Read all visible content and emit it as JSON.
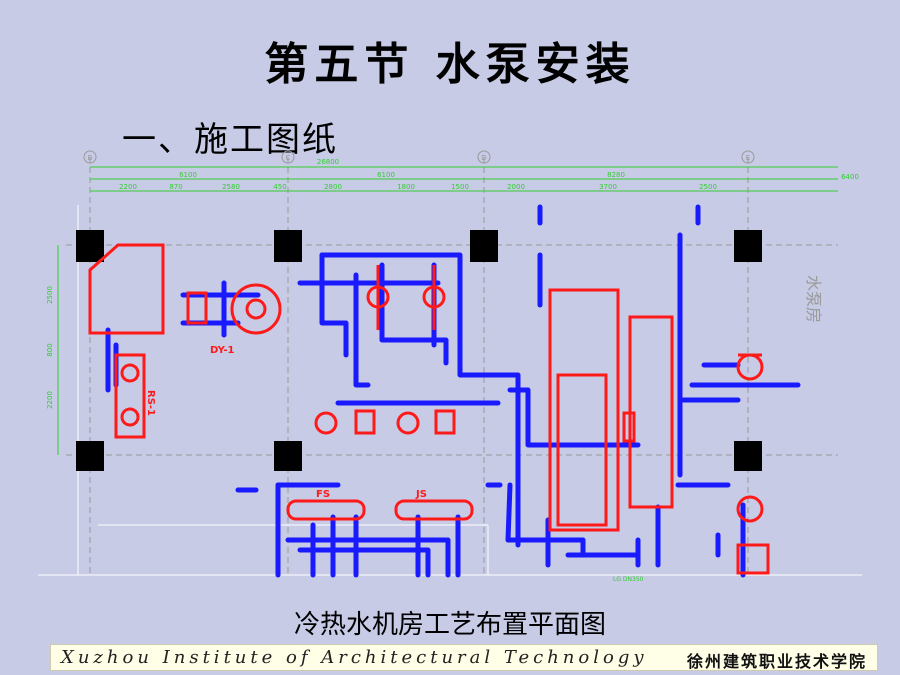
{
  "slide": {
    "title": "第五节  水泵安装",
    "subtitle": "一、施工图纸",
    "caption": "冷热水机房工艺布置平面图"
  },
  "footer": {
    "institute_en": "Xuzhou Institute of Architectural Technology",
    "institute_cn": "徐州建筑职业技术学院"
  },
  "drawing": {
    "axis_labels": [
      "B",
      "C",
      "D",
      "E"
    ],
    "overall_dimension": "26800",
    "right_dimension": "6400",
    "bay_dimensions": [
      "6100",
      "6100",
      "8280"
    ],
    "sub_dimensions": [
      "2200",
      "870",
      "2580",
      "450",
      "2800",
      "1800",
      "1500",
      "2000",
      "3700",
      "2500"
    ],
    "left_dimensions": [
      "2500",
      "800",
      "2200"
    ],
    "room_label": "水泵房",
    "equipment_labels": {
      "dy": "DY-1",
      "fs": "FS",
      "js": "JS",
      "rs": "RS-1"
    },
    "pipe_note": "LG DN350",
    "colors": {
      "pipe": "#1a1aff",
      "equipment": "#ff1a1a",
      "dimension": "#33cc33",
      "grid": "#9a9a9a"
    }
  }
}
